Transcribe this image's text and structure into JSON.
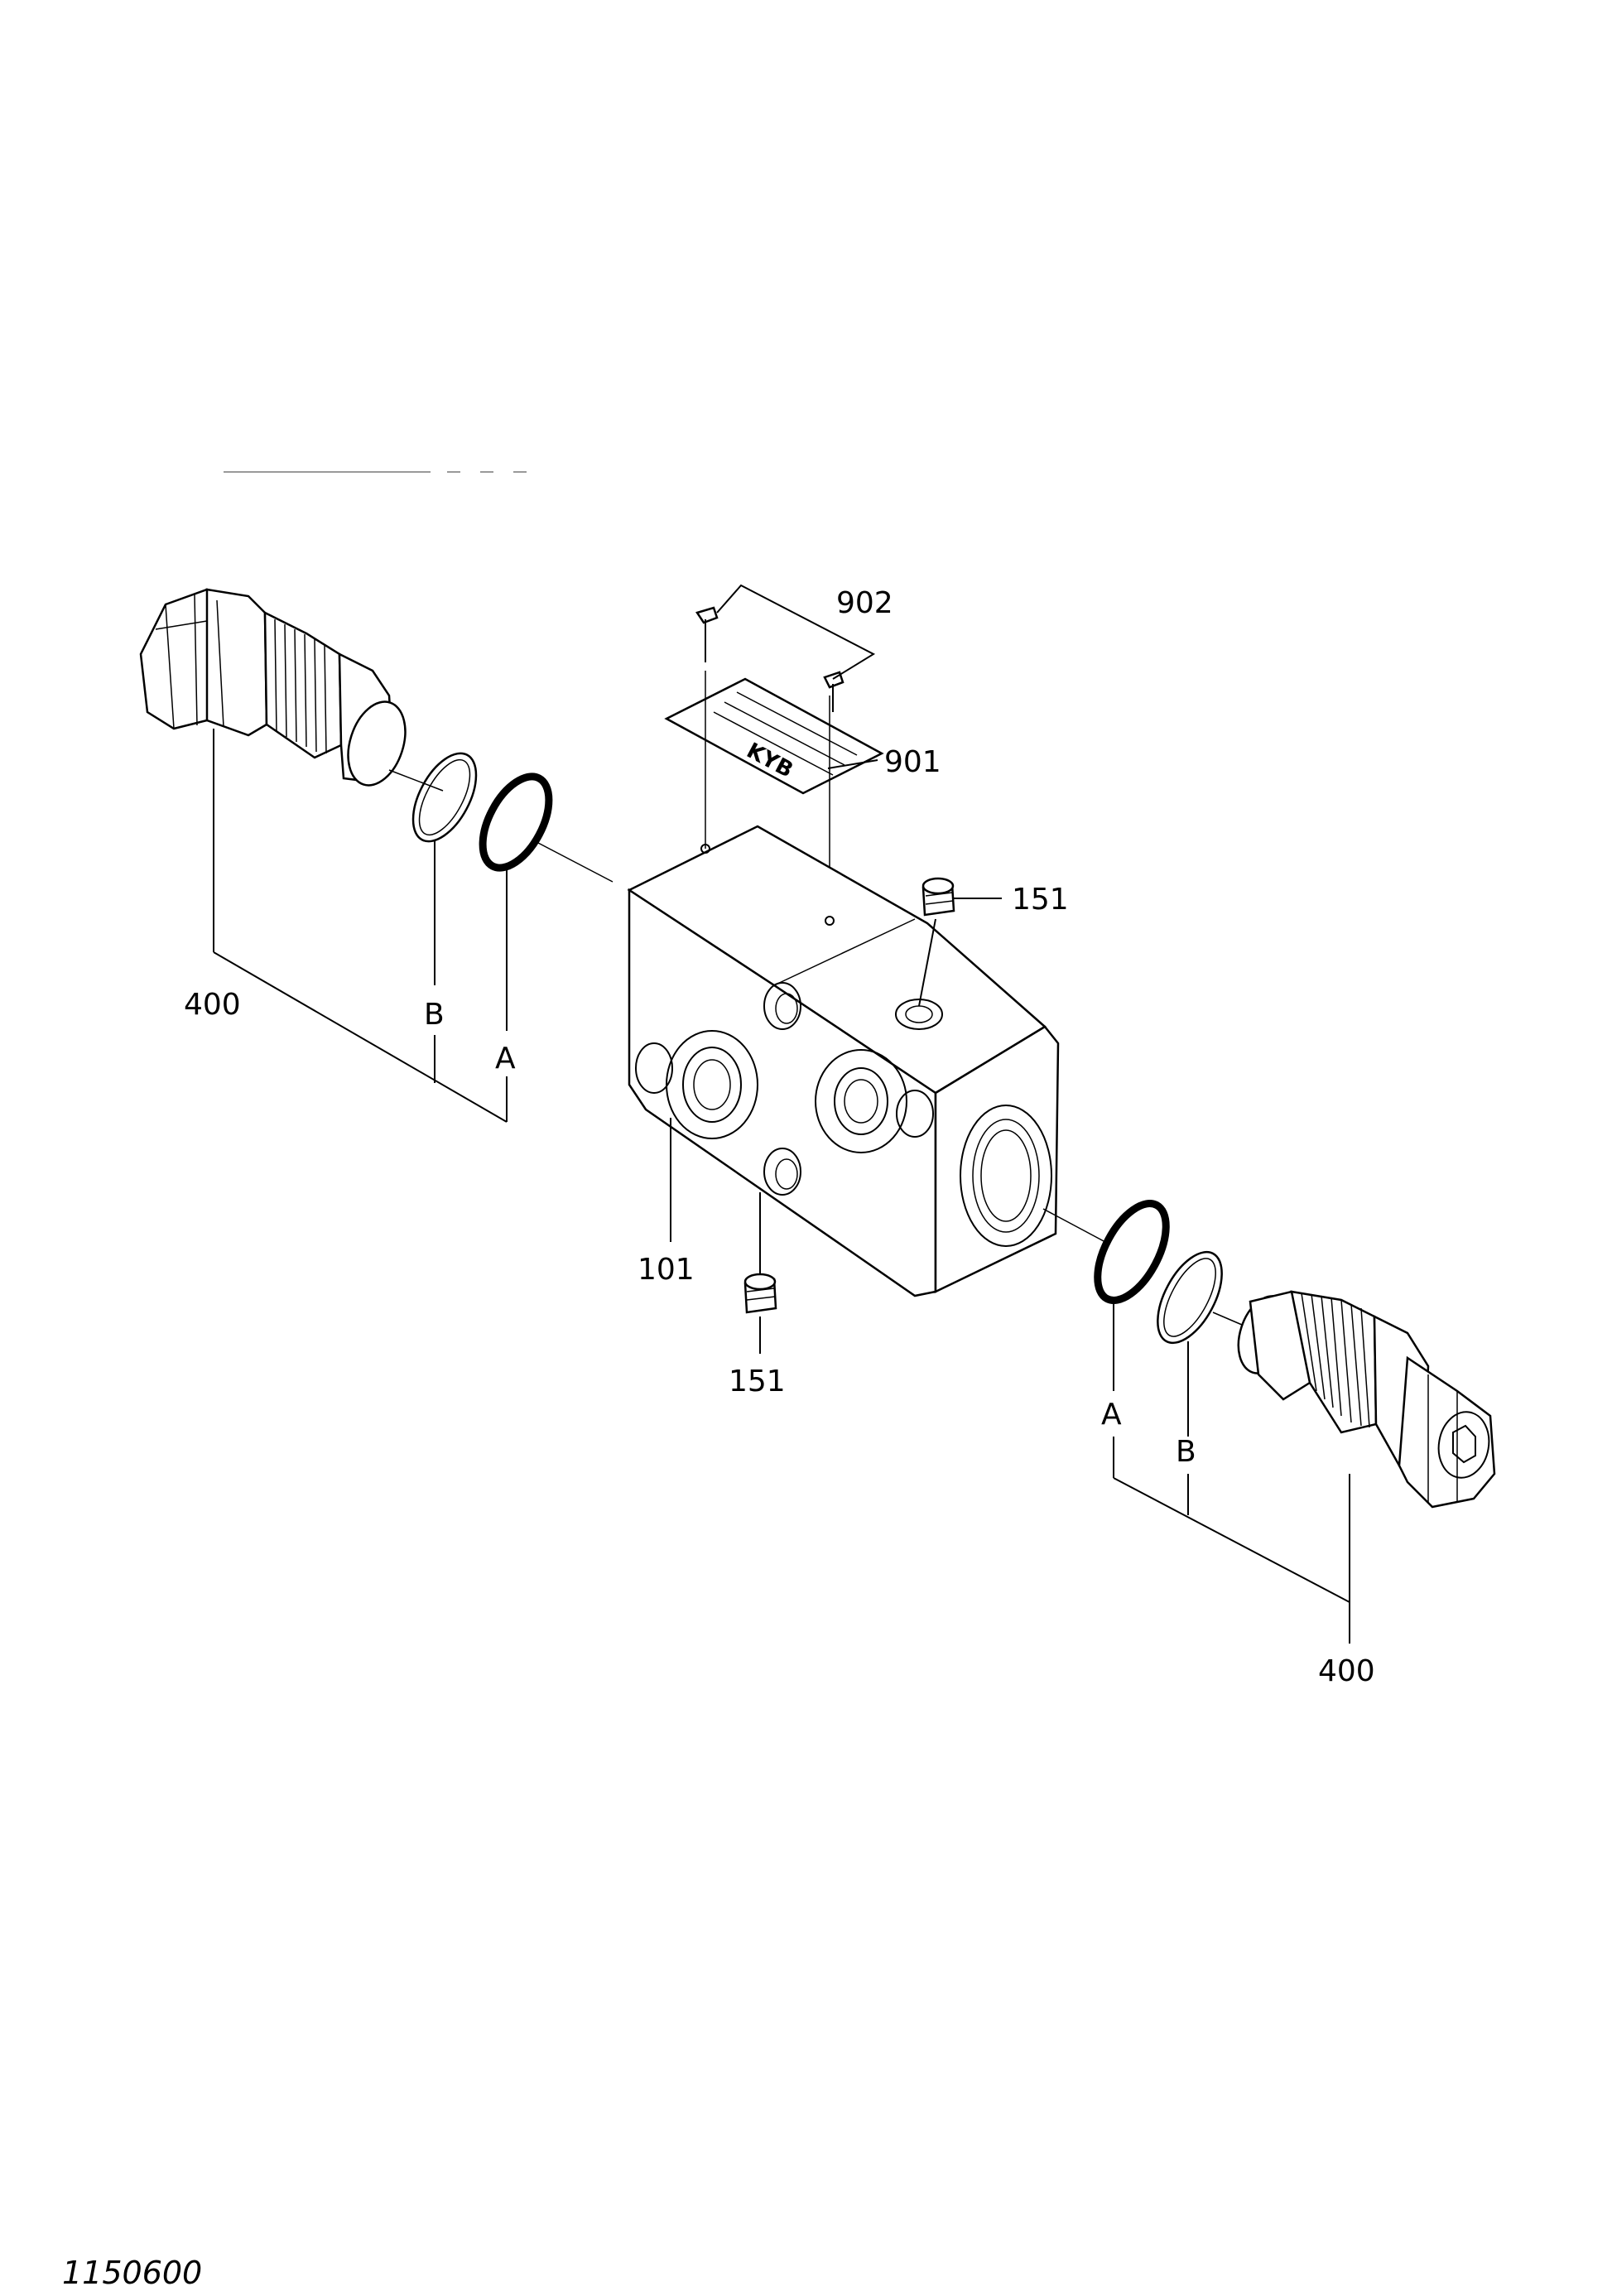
{
  "drawing_number": "1150600",
  "plate_text": "KYB",
  "callouts": {
    "p400_left": "400",
    "pB_left": "B",
    "pA_left": "A",
    "p902": "902",
    "p901": "901",
    "p151_top": "151",
    "p101": "101",
    "p151_bottom": "151",
    "pA_right": "A",
    "pB_right": "B",
    "p400_right": "400"
  }
}
